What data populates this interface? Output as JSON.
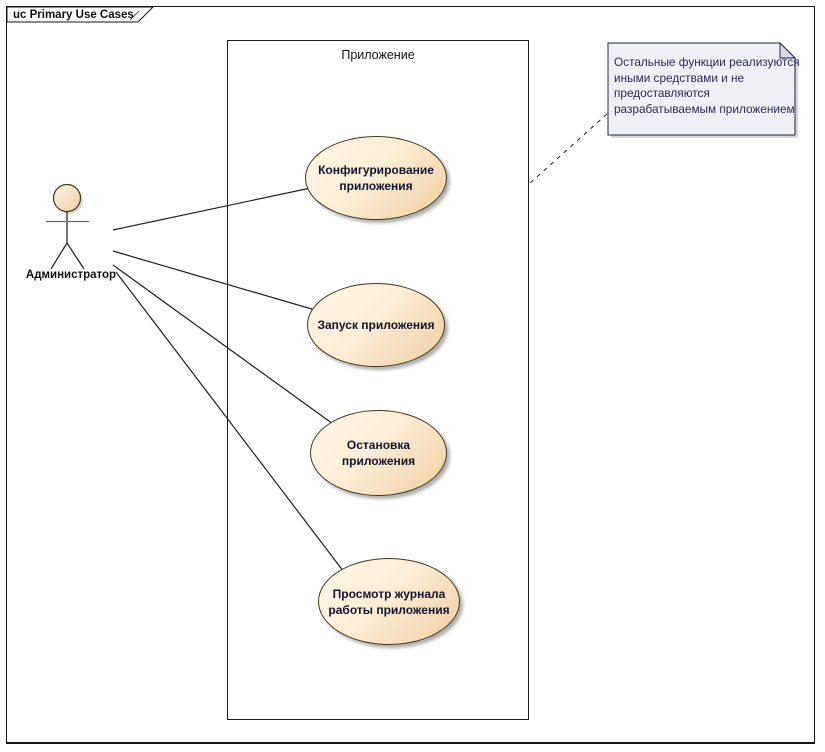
{
  "frame": {
    "label": "uc Primary Use Cases"
  },
  "boundary": {
    "label": "Приложение"
  },
  "actor": {
    "label": "Администратор"
  },
  "usecases": [
    {
      "lines": [
        "Конфигурирование",
        "приложения"
      ]
    },
    {
      "lines": [
        "Запуск приложения"
      ]
    },
    {
      "lines": [
        "Остановка",
        "приложения"
      ]
    },
    {
      "lines": [
        "Просмотр журнала",
        "работы приложения"
      ]
    }
  ],
  "note": {
    "lines": [
      "Остальные функции реализуются",
      "иными средствами и не",
      "предоставляются",
      "разрабатываемым приложением"
    ]
  },
  "colors": {
    "ellipse_start": "#fdf5e6",
    "ellipse_end": "#efcf9f",
    "ellipse_border": "#43391f",
    "note_bg": "#efeff6",
    "note_fold": "#d9d9e8",
    "note_text": "#2b2b55",
    "diagram_line": "#1f1f1f",
    "label_text": "#14142e"
  }
}
